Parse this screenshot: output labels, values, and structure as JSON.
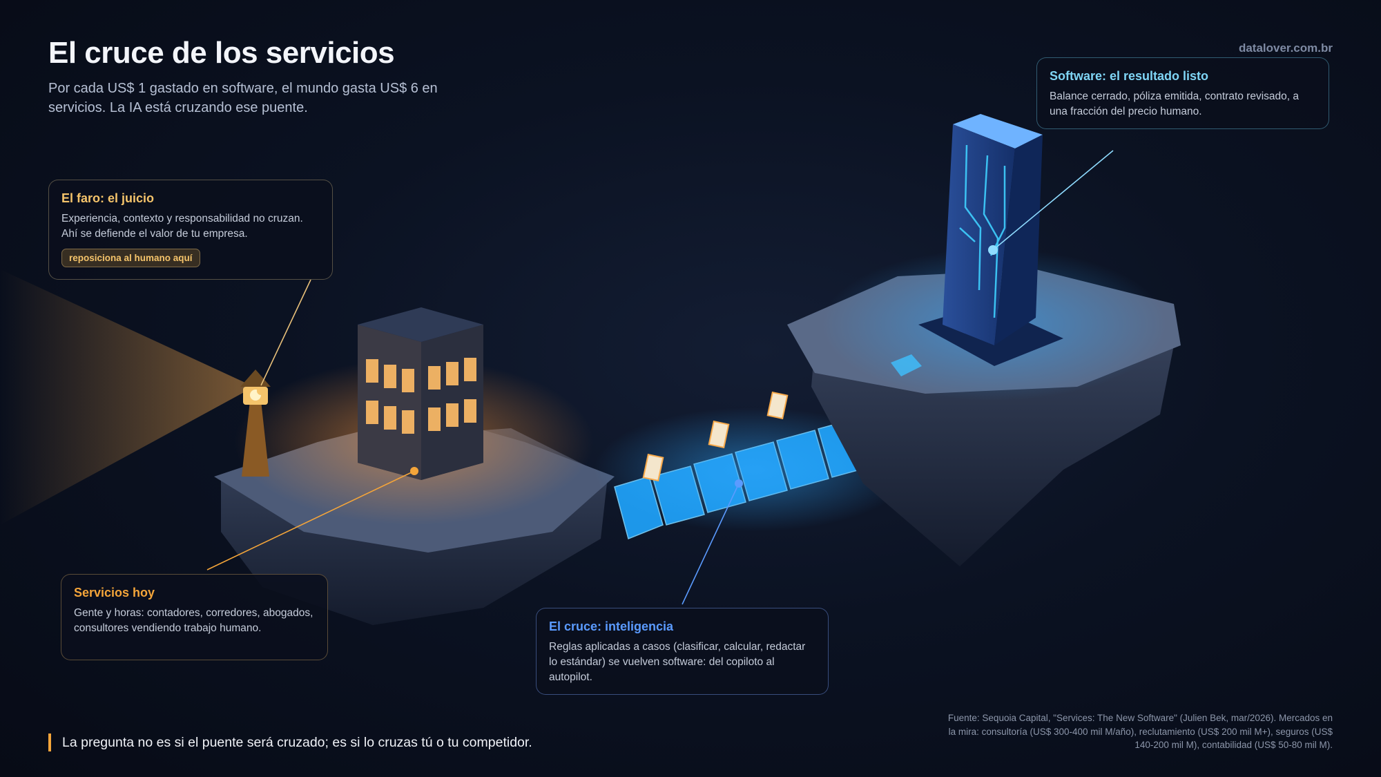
{
  "header": {
    "title": "El cruce de los servicios",
    "subtitle": "Por cada US$ 1 gastado en software, el mundo gasta US$ 6 en servicios. La IA está cruzando ese puente.",
    "brand": "datalover.com.br"
  },
  "cards": {
    "faro": {
      "title": "El faro: el juicio",
      "body": "Experiencia, contexto y responsabilidad no cruzan. Ahí se defiende el valor de tu empresa.",
      "tag": "reposiciona al humano aquí"
    },
    "servicios": {
      "title": "Servicios hoy",
      "body": "Gente y horas: contadores, corredores, abogados, consultores vendiendo trabajo humano."
    },
    "cruce": {
      "title": "El cruce: inteligencia",
      "body": "Reglas aplicadas a casos (clasificar, calcular, redactar lo estándar) se vuelven software: del copiloto al autopilot."
    },
    "software": {
      "title": "Software: el resultado listo",
      "body": "Balance cerrado, póliza emitida, contrato revisado, a una fracción del precio humano."
    }
  },
  "footer": {
    "quote": "La pregunta no es si el puente será cruzado; es si lo cruzas tú o tu competidor.",
    "source": "Fuente: Sequoia Capital, \"Services: The New Software\" (Julien Bek, mar/2026). Mercados en la mira: consultoría (US$ 300-400 mil M/año), reclutamiento (US$ 200 mil M+), seguros (US$ 140-200 mil M), contabilidad (US$ 50-80 mil M)."
  },
  "colors": {
    "accent_orange": "#f4a53a",
    "accent_gold": "#f5c46b",
    "accent_blue": "#5b9bff",
    "accent_cyan": "#7fd5f5",
    "background": "#0b1222"
  }
}
